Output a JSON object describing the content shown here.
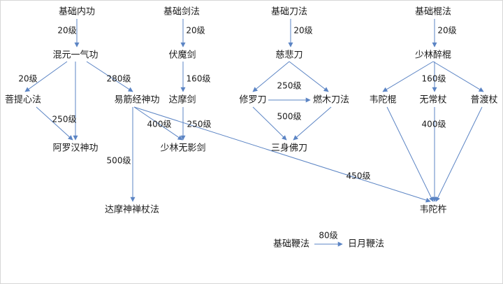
{
  "colors": {
    "edge": "#5b84c4",
    "text": "#1a1a1a",
    "background": "#ffffff"
  },
  "nodes": {
    "neigong": "基础内功",
    "hunyuan": "混元一气功",
    "puti": "菩提心法",
    "yijin": "易筋经神功",
    "luohan": "阿罗汉神功",
    "damochan": "达摩神禅杖法",
    "jianfa": "基础剑法",
    "fumo": "伏魔剑",
    "damojian": "达摩剑",
    "wuying": "少林无影剑",
    "daofa": "基础刀法",
    "cibei": "慈悲刀",
    "xiuluo": "修罗刀",
    "ranmu": "燃木刀法",
    "sanshen": "三身佛刀",
    "gunfa": "基础棍法",
    "zuigun": "少林醉棍",
    "weituogun": "韦陀棍",
    "wuchang": "无常杖",
    "pudu": "普渡杖",
    "weituochu": "韦陀杵",
    "bianfa": "基础鞭法",
    "riyue": "日月鞭法"
  },
  "edges": [
    {
      "from": "neigong",
      "to": "hunyuan",
      "label": "20级"
    },
    {
      "from": "hunyuan",
      "to": "puti",
      "label": "20级"
    },
    {
      "from": "hunyuan",
      "to": "yijin",
      "label": "280级"
    },
    {
      "from": "hunyuan",
      "to": "luohan",
      "label": ""
    },
    {
      "from": "puti",
      "to": "luohan",
      "label": "250级"
    },
    {
      "from": "yijin",
      "to": "wuying",
      "label": "400级"
    },
    {
      "from": "yijin",
      "to": "damochan",
      "label": "500级"
    },
    {
      "from": "yijin",
      "to": "weituochu",
      "label": "450级"
    },
    {
      "from": "jianfa",
      "to": "fumo",
      "label": "20级"
    },
    {
      "from": "fumo",
      "to": "damojian",
      "label": "160级"
    },
    {
      "from": "damojian",
      "to": "wuying",
      "label": ""
    },
    {
      "from": "daofa",
      "to": "cibei",
      "label": "20级"
    },
    {
      "from": "cibei",
      "to": "xiuluo",
      "label": ""
    },
    {
      "from": "cibei",
      "to": "ranmu",
      "label": ""
    },
    {
      "from": "xiuluo",
      "to": "ranmu",
      "label": "250级"
    },
    {
      "from": "xiuluo",
      "to": "sanshen",
      "label": "500级"
    },
    {
      "from": "ranmu",
      "to": "sanshen",
      "label": ""
    },
    {
      "from": "gunfa",
      "to": "zuigun",
      "label": "20级"
    },
    {
      "from": "zuigun",
      "to": "weituogun",
      "label": ""
    },
    {
      "from": "zuigun",
      "to": "wuchang",
      "label": "160级"
    },
    {
      "from": "zuigun",
      "to": "pudu",
      "label": ""
    },
    {
      "from": "weituogun",
      "to": "weituochu",
      "label": ""
    },
    {
      "from": "wuchang",
      "to": "weituochu",
      "label": "400级"
    },
    {
      "from": "pudu",
      "to": "weituochu",
      "label": ""
    },
    {
      "from": "bianfa",
      "to": "riyue",
      "label": "80级"
    }
  ],
  "extra_labels": [
    {
      "text": "250级"
    }
  ]
}
